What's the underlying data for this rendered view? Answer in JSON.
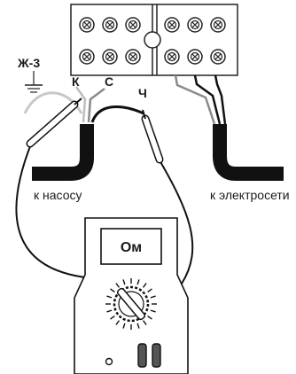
{
  "labels": {
    "ground": "Ж-3",
    "wire_k": "К",
    "wire_s": "С",
    "wire_ch": "Ч",
    "to_pump": "к насосу",
    "to_mains": "к электросети",
    "meter_display": "Ом"
  },
  "icons": {
    "ground": "ground-symbol-icon",
    "screw": "terminal-screw-icon",
    "knob": "rotary-selector-icon"
  },
  "colors": {
    "wire_black": "#111111",
    "wire_gray": "#8a8a8a",
    "wire_light": "#bdbdbd",
    "arc_light": "#c8c8c8"
  },
  "terminal_block": {
    "rows": 2,
    "screws_per_row": 6
  },
  "multimeter": {
    "mode": "Ом"
  }
}
